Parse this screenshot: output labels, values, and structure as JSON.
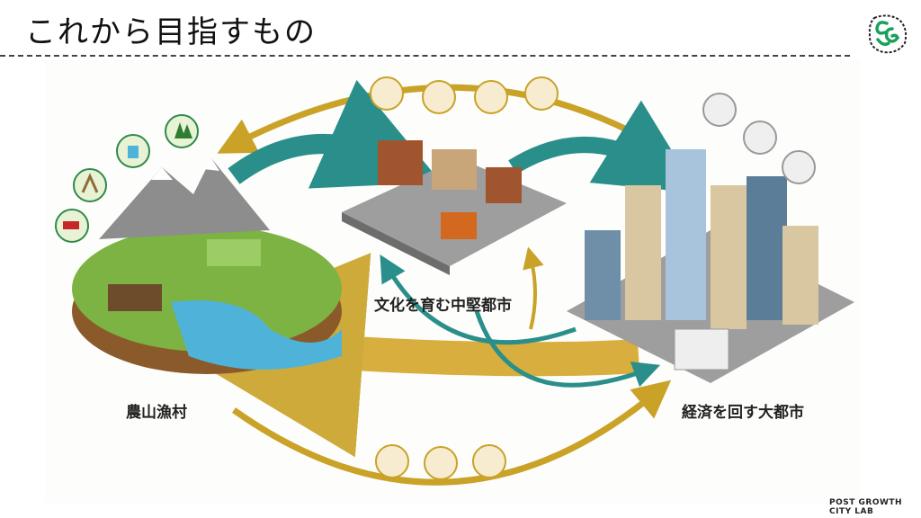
{
  "header": {
    "title": "これから目指すもの"
  },
  "logo": {
    "name": "post-growth-city-lab-logo",
    "text": "CG",
    "color": "#1aa05a"
  },
  "diagram": {
    "nodes": [
      {
        "label": "農山漁村"
      },
      {
        "label": "文化を育む中堅都市"
      },
      {
        "label": "経済を回す大都市"
      }
    ],
    "icons": {
      "rural": [
        "tractor-icon",
        "crop-icon",
        "water-icon",
        "forest-icon"
      ],
      "mid": [
        "art-palette-icon",
        "graduation-cap-icon",
        "community-icon",
        "care-heart-icon"
      ],
      "metro": [
        "bank-icon",
        "money-bag-icon",
        "growth-chart-icon"
      ],
      "bottom": [
        "institution-icon",
        "innovation-bulb-icon",
        "businessperson-icon"
      ]
    },
    "colors": {
      "gold": "#c9a227",
      "teal": "#2a8f8a",
      "green": "#2f8a4a"
    }
  },
  "footer": {
    "text": "POST GROWTH CITY LAB"
  }
}
